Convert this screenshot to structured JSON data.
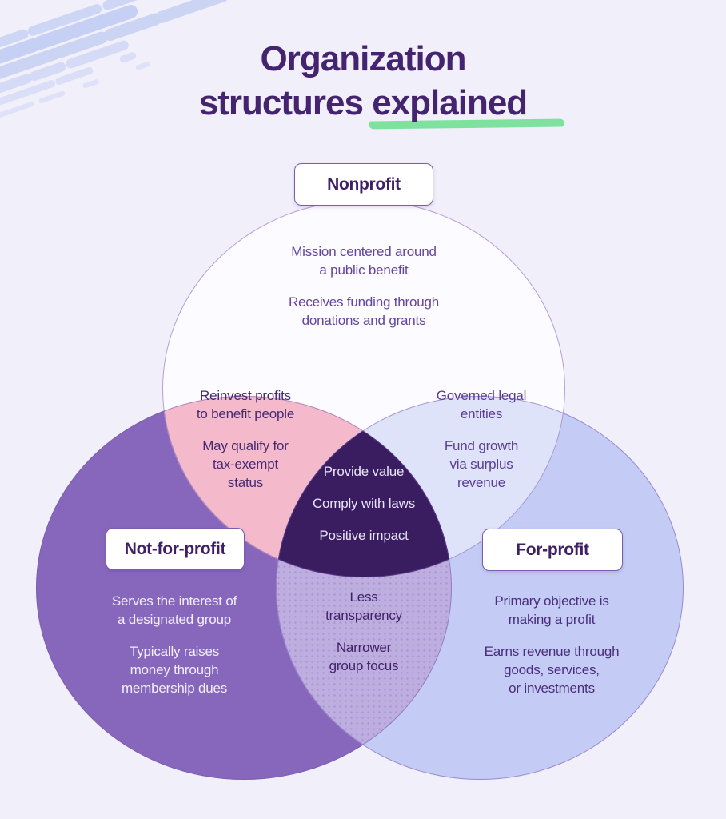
{
  "page": {
    "background_color": "#F0EFFA"
  },
  "title": {
    "line1": "Organization",
    "line2": "structures explained",
    "color": "#44246E",
    "underline_color": "#7EE19E"
  },
  "decoration": {
    "brush_stroke_color": "#C3CDF3"
  },
  "venn": {
    "outline_color": "#7455AF",
    "label_style": {
      "background": "#FFFFFF",
      "border_color": "#7D5CAF",
      "text_color": "#3F2066"
    },
    "circles": {
      "nonprofit": {
        "label": "Nonprofit",
        "fill": "#FCFBFF",
        "text_color": "#64459B",
        "points": [
          "Mission centered around\na public benefit",
          "Receives funding through\ndonations and grants"
        ]
      },
      "not_for_profit": {
        "label": "Not-for-profit",
        "fill": "#8767BC",
        "text_color": "#F3EFFA",
        "points": [
          "Serves the interest of\na designated group",
          "Typically raises\nmoney through\nmembership dues"
        ]
      },
      "for_profit": {
        "label": "For-profit",
        "fill": "#C4CCF6",
        "text_color": "#4B2E7C",
        "points": [
          "Primary objective is\nmaking a profit",
          "Earns revenue through\ngoods, services,\nor investments"
        ]
      }
    },
    "overlaps": {
      "nonprofit_not_for_profit": {
        "fill": "#F4BACC",
        "text_color": "#482A71",
        "points": [
          "Reinvest profits\nto benefit people",
          "May qualify for\ntax-exempt\nstatus"
        ]
      },
      "nonprofit_for_profit": {
        "fill": "#DFE3F9",
        "text_color": "#5B3E94",
        "points": [
          "Governed legal\nentities",
          "Fund growth\nvia surplus\nrevenue"
        ]
      },
      "not_for_profit_for_profit": {
        "fill": "#BEADDF",
        "text_color": "#3F2369",
        "points": [
          "Less\ntransparency",
          "Narrower\ngroup focus"
        ]
      },
      "all_three": {
        "fill": "#3A1D61",
        "text_color": "#EAE3F6",
        "points": [
          "Provide value",
          "Comply with laws",
          "Positive impact"
        ]
      }
    }
  }
}
